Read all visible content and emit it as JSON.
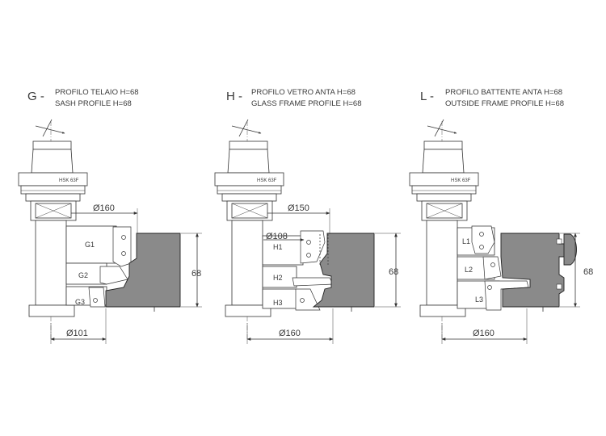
{
  "panels": [
    {
      "id": "g",
      "letter": "G -",
      "title_it": "PROFILO TELAIO  H=68",
      "title_en": "SASH PROFILE  H=68",
      "holder": "HSK 63F",
      "dims": {
        "top": "Ø160",
        "bottom": "Ø101",
        "height": "68"
      },
      "cutters": [
        "G1",
        "G2",
        "G3"
      ]
    },
    {
      "id": "h",
      "letter": "H -",
      "title_it": "PROFILO VETRO ANTA  H=68",
      "title_en": "GLASS FRAME PROFILE  H=68",
      "holder": "HSK 63F",
      "dims": {
        "top": "Ø150",
        "middle": "Ø108",
        "bottom": "Ø160",
        "height": "68"
      },
      "cutters": [
        "H1",
        "H2",
        "H3"
      ]
    },
    {
      "id": "l",
      "letter": "L -",
      "title_it": "PROFILO BATTENTE ANTA  H=68",
      "title_en": "OUTSIDE FRAME PROFILE  H=68",
      "holder": "HSK 63F",
      "dims": {
        "bottom": "Ø160",
        "height": "68"
      },
      "cutters": [
        "L1",
        "L2",
        "L3"
      ]
    }
  ]
}
